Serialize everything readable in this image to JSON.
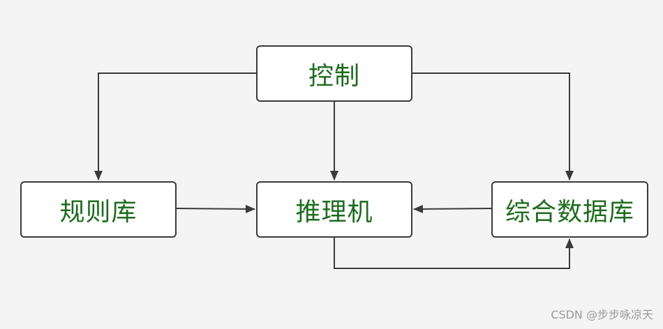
{
  "diagram": {
    "nodes": {
      "control": "控制",
      "rule_base": "规则库",
      "inference_engine": "推理机",
      "comprehensive_database": "综合数据库"
    },
    "edges": [
      {
        "from": "control",
        "to": "rule_base"
      },
      {
        "from": "control",
        "to": "inference_engine"
      },
      {
        "from": "control",
        "to": "comprehensive_database"
      },
      {
        "from": "rule_base",
        "to": "inference_engine"
      },
      {
        "from": "comprehensive_database",
        "to": "inference_engine"
      },
      {
        "from": "inference_engine",
        "to": "comprehensive_database"
      }
    ]
  },
  "watermark": "CSDN @步步咏凉天",
  "colors": {
    "background": "#f4f4f4",
    "box_border": "#3a3a3a",
    "box_fill": "#ffffff",
    "label_text": "#1e6b1e",
    "arrow": "#3a3a3a",
    "watermark": "#9a9a9a"
  }
}
